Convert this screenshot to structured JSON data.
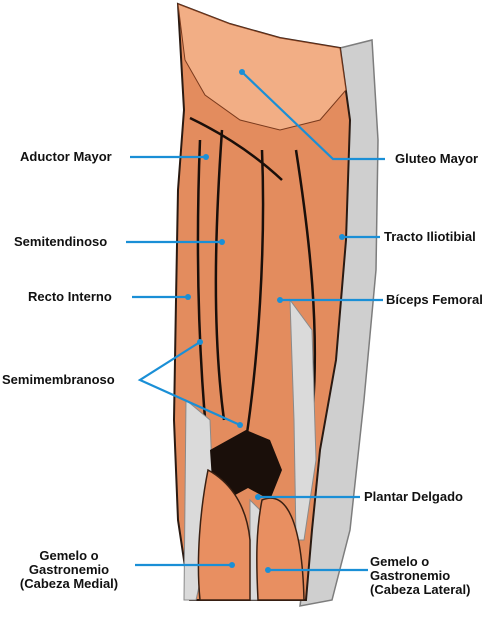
{
  "colors": {
    "muscle": "#e48f62",
    "muscle_light": "#f5b48d",
    "muscle_dark": "#b85a32",
    "tendon": "#dcdcdc",
    "tendon_dark": "#8f8f8f",
    "leader": "#1a8fd6",
    "outline": "#111111"
  },
  "labels": {
    "aductor_mayor": "Aductor Mayor",
    "semitendinoso": "Semitendinoso",
    "recto_interno": "Recto Interno",
    "semimembranoso": "Semimembranoso",
    "gemelo_medial_1": "Gemelo o",
    "gemelo_medial_2": "Gastronemio",
    "gemelo_medial_3": "(Cabeza Medial)",
    "gluteo_mayor": "Gluteo Mayor",
    "tracto_iliotibial": "Tracto Iliotibial",
    "biceps_femoral": "Bíceps Femoral",
    "plantar_delgado": "Plantar Delgado",
    "gemelo_lateral_1": "Gemelo o",
    "gemelo_lateral_2": "Gastronemio",
    "gemelo_lateral_3": "(Cabeza Lateral)"
  }
}
